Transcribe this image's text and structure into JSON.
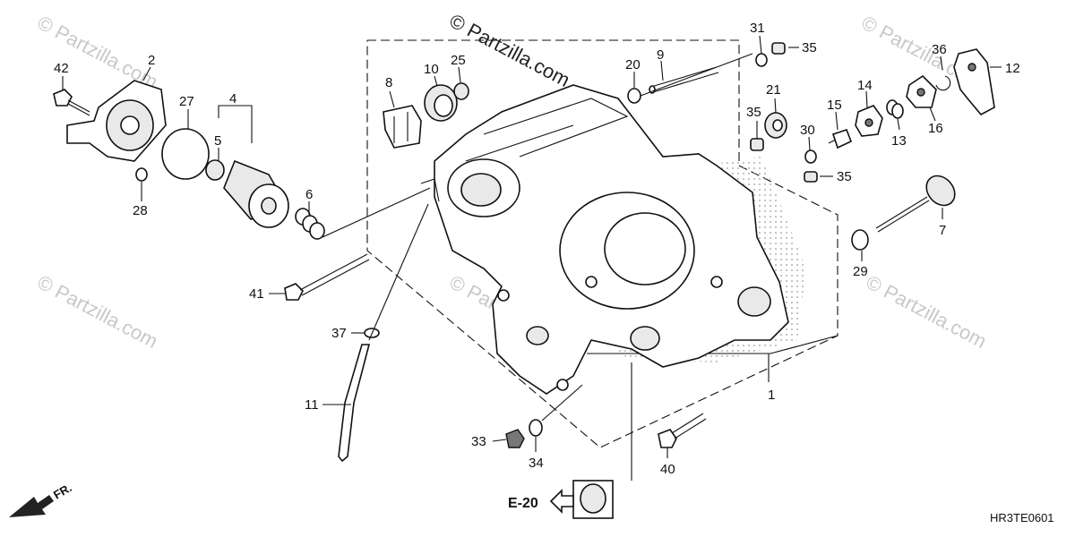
{
  "watermark": {
    "main": "© Partzilla.com",
    "faint": "© Partzilla.com"
  },
  "diagram_code": "HR3TE0601",
  "reference": {
    "label": "E-20"
  },
  "direction": {
    "label": "FR."
  },
  "callouts": [
    "1",
    "2",
    "4",
    "5",
    "6",
    "7",
    "8",
    "9",
    "10",
    "11",
    "12",
    "13",
    "14",
    "15",
    "16",
    "20",
    "21",
    "25",
    "27",
    "28",
    "29",
    "30",
    "31",
    "33",
    "34",
    "35",
    "35",
    "35",
    "36",
    "37",
    "40",
    "41",
    "42"
  ]
}
